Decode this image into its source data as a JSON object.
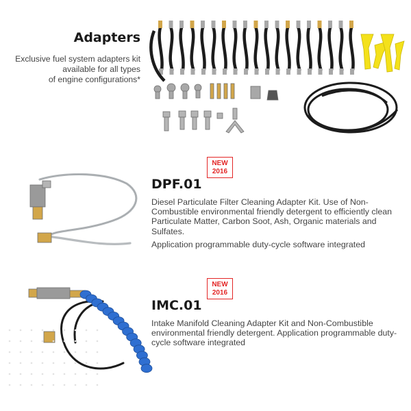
{
  "adapters": {
    "title": "Adapters",
    "description_lines": [
      "Exclusive fuel system adapters kit",
      "available for all types",
      "of engine configurations*"
    ]
  },
  "dpf": {
    "badge_line1": "NEW",
    "badge_line2": "2016",
    "title": "DPF.01",
    "description": "Diesel Particulate Filter Cleaning Adapter Kit. Use of Non-Combustible environmental friendly detergent to efficiently clean Particulate Matter, Carbon Soot, Ash, Organic materials and Sulfates.",
    "extra": "Application programmable duty-cycle software integrated"
  },
  "imc": {
    "badge_line1": "NEW",
    "badge_line2": "2016",
    "title": "IMC.01",
    "description": "Intake Manifold Cleaning Adapter Kit and Non-Combustible environmental friendly detergent. Application programmable duty-cycle software integrated"
  },
  "colors": {
    "badge_red": "#e32626",
    "hose_black": "#1c1c1c",
    "clip_yellow": "#f4e11a",
    "blue_nozzle": "#2f6fd1",
    "braided_steel": "#b8bcbf"
  }
}
